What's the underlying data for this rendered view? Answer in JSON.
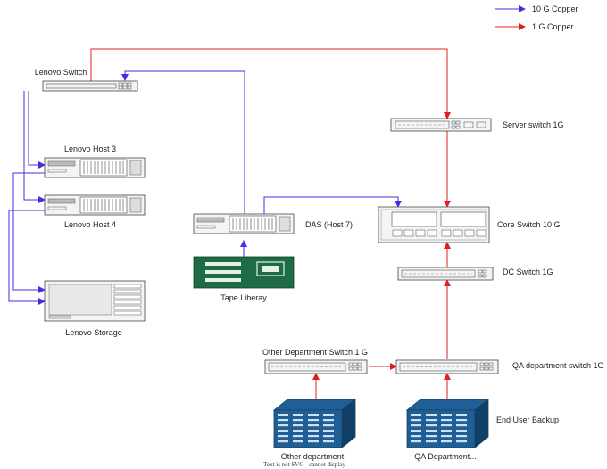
{
  "legend": {
    "ten_g": "10 G Copper",
    "one_g": "1 G Copper",
    "ten_g_color": "#4a2be0",
    "one_g_color": "#e02020"
  },
  "devices": {
    "lenovo_switch": "Lenovo Switch",
    "lenovo_host3": "Lenovo Host 3",
    "lenovo_host4": "Lenovo Host 4",
    "lenovo_storage": "Lenovo Storage",
    "das": "DAS (Host 7)",
    "tape": "Tape Liberay",
    "server_switch": "Server switch 1G",
    "core_switch": "Core Switch 10 G",
    "dc_switch": "DC Switch 1G",
    "other_dept_switch": "Other Department Switch 1 G",
    "qa_dept_switch": "QA department switch 1G",
    "other_dept": "Other department",
    "qa_dept": "QA Department...",
    "end_user_backup": "End User Backup"
  },
  "notice": "Text is not SVG - cannot display",
  "colors": {
    "device_fill": "#f4f4f4",
    "device_stroke": "#444444",
    "tape_green": "#1d6b47",
    "storage_blue": "#1f5f95",
    "storage_dark": "#123f66"
  }
}
